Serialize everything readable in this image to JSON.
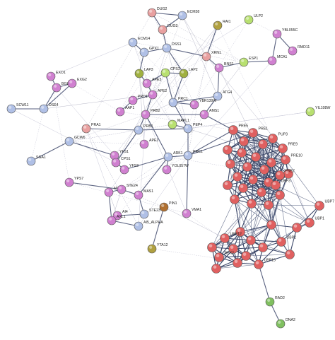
{
  "network": {
    "nodes": [
      {
        "id": "DUG2",
        "label": "DUG2",
        "color": "#e8a0a0"
      },
      {
        "id": "ECM38",
        "label": "ECM38",
        "color": "#b0c0e6"
      },
      {
        "id": "DUG3",
        "label": "DUG3",
        "color": "#e8a0a0"
      },
      {
        "id": "RAI1",
        "label": "RAI1",
        "color": "#b0a040"
      },
      {
        "id": "ULP2",
        "label": "ULP2",
        "color": "#b8e070"
      },
      {
        "id": "YBL055C",
        "label": "YBL055C",
        "color": "#d080d0"
      },
      {
        "id": "ECM14",
        "label": "ECM14",
        "color": "#b0c0e6"
      },
      {
        "id": "DSS1",
        "label": "DSS1",
        "color": "#b0c0e6"
      },
      {
        "id": "RMD11",
        "label": "RMD11",
        "color": "#d080d0"
      },
      {
        "id": "GPX1",
        "label": "GPX1",
        "color": "#b0c0e6"
      },
      {
        "id": "XRN1",
        "label": "XRN1",
        "color": "#e8a0a0"
      },
      {
        "id": "ESP1",
        "label": "ESP1",
        "color": "#b8e070"
      },
      {
        "id": "BNS1",
        "label": "BNS1",
        "color": "#d080d0"
      },
      {
        "id": "MCA1",
        "label": "MCA1",
        "color": "#d080d0"
      },
      {
        "id": "EXO1",
        "label": "EXO1",
        "color": "#d080d0"
      },
      {
        "id": "LAP3",
        "label": "LAP3",
        "color": "#a0b040"
      },
      {
        "id": "CPS1",
        "label": "CPS1",
        "color": "#b8e070"
      },
      {
        "id": "LAP2",
        "label": "LAP2",
        "color": "#a0b040"
      },
      {
        "id": "APE3",
        "label": "APE3",
        "color": "#d080d0"
      },
      {
        "id": "BGL2",
        "label": "BGL2",
        "color": "#d080d0"
      },
      {
        "id": "EXG2",
        "label": "EXG2",
        "color": "#d080d0"
      },
      {
        "id": "APE2",
        "label": "APE2",
        "color": "#d080d0"
      },
      {
        "id": "ATG4",
        "label": "ATG4",
        "color": "#b0c0e6"
      },
      {
        "id": "PRD1",
        "label": "PRD1",
        "color": "#d080d0"
      },
      {
        "id": "PRC1_top",
        "label": "PRC1",
        "color": "#b0c0e6"
      },
      {
        "id": "YBR139W",
        "label": "YBR139W",
        "color": "#d080d0"
      },
      {
        "id": "SCW11",
        "label": "SCW11",
        "color": "#b0c0e6"
      },
      {
        "id": "DSE4",
        "label": "DSE4",
        "color": "#b0c0e6"
      },
      {
        "id": "AAP1",
        "label": "AAP1",
        "color": "#d080d0"
      },
      {
        "id": "PRB2",
        "label": "PRB2",
        "color": "#d080d0"
      },
      {
        "id": "AMS1",
        "label": "AMS1",
        "color": "#d080d0"
      },
      {
        "id": "YIL108W",
        "label": "YIL108W",
        "color": "#b8e070"
      },
      {
        "id": "PRA1",
        "label": "PRA1",
        "color": "#e8a0a0"
      },
      {
        "id": "PRB1",
        "label": "PRB1",
        "color": "#b0c0e6"
      },
      {
        "id": "MAPL1",
        "label": "MAPL1",
        "color": "#b8e070"
      },
      {
        "id": "PEP4",
        "label": "PEP4",
        "color": "#b0c0e6"
      },
      {
        "id": "PRE5",
        "label": "PRE5",
        "color": "#e06060"
      },
      {
        "id": "PRE1",
        "label": "PRE1",
        "color": "#e06060"
      },
      {
        "id": "PUP3",
        "label": "PUP3",
        "color": "#e06060"
      },
      {
        "id": "GCW6",
        "label": "GCW6",
        "color": "#b0c0e6"
      },
      {
        "id": "APE1",
        "label": "APE1",
        "color": "#d080d0"
      },
      {
        "id": "YFS1",
        "label": "YFS1",
        "color": "#d080d0"
      },
      {
        "id": "PRE9",
        "label": "PRE9",
        "color": "#e06060"
      },
      {
        "id": "SGA1",
        "label": "SGA1",
        "color": "#b0c0e6"
      },
      {
        "id": "CPS1b",
        "label": "CPS1",
        "color": "#d080d0"
      },
      {
        "id": "ARK1",
        "label": "ARK1",
        "color": "#b0c0e6"
      },
      {
        "id": "PRC1",
        "label": "PRC1",
        "color": "#b0c0e6"
      },
      {
        "id": "PRE10",
        "label": "PRE10",
        "color": "#e06060"
      },
      {
        "id": "YFS3",
        "label": "YFS3",
        "color": "#d080d0"
      },
      {
        "id": "YOL057W",
        "label": "YOL057W",
        "color": "#d080d0"
      },
      {
        "id": "PRE7",
        "label": "PRE7",
        "color": "#e06060"
      },
      {
        "id": "YPS7",
        "label": "YPS7",
        "color": "#d080d0"
      },
      {
        "id": "MAS2",
        "label": "MAS2",
        "color": "#d080d0"
      },
      {
        "id": "STE24",
        "label": "STE24",
        "color": "#d080d0"
      },
      {
        "id": "MAS1",
        "label": "MAS1",
        "color": "#d080d0"
      },
      {
        "id": "PIN1",
        "label": "PIN1",
        "color": "#b07030"
      },
      {
        "id": "UBP3",
        "label": "UBP3",
        "color": "#e06060"
      },
      {
        "id": "UBP7",
        "label": "UBP7",
        "color": "#e06060"
      },
      {
        "id": "AI4",
        "label": "AI4",
        "color": "#d080d0"
      },
      {
        "id": "STE23",
        "label": "STE23",
        "color": "#b0c0e6"
      },
      {
        "id": "AXL1",
        "label": "AXL1",
        "color": "#d080d0"
      },
      {
        "id": "AI5_ALPHA",
        "label": "AI5_ALPHA",
        "color": "#b0c0e6"
      },
      {
        "id": "VMA1",
        "label": "VMA1",
        "color": "#d080d0"
      },
      {
        "id": "UBP1",
        "label": "UBP1",
        "color": "#e06060"
      },
      {
        "id": "UBP12",
        "label": "UBP12",
        "color": "#e06060"
      },
      {
        "id": "UBP2",
        "label": "UBP2",
        "color": "#e06060"
      },
      {
        "id": "YTA12",
        "label": "YTA12",
        "color": "#b0a040"
      },
      {
        "id": "REX2",
        "label": "REX2",
        "color": "#e06060"
      },
      {
        "id": "UBP15",
        "label": "UBP15",
        "color": "#e06060"
      },
      {
        "id": "RAD2",
        "label": "RAD2",
        "color": "#80c060"
      },
      {
        "id": "DNA2",
        "label": "DNA2",
        "color": "#80c060"
      }
    ]
  }
}
